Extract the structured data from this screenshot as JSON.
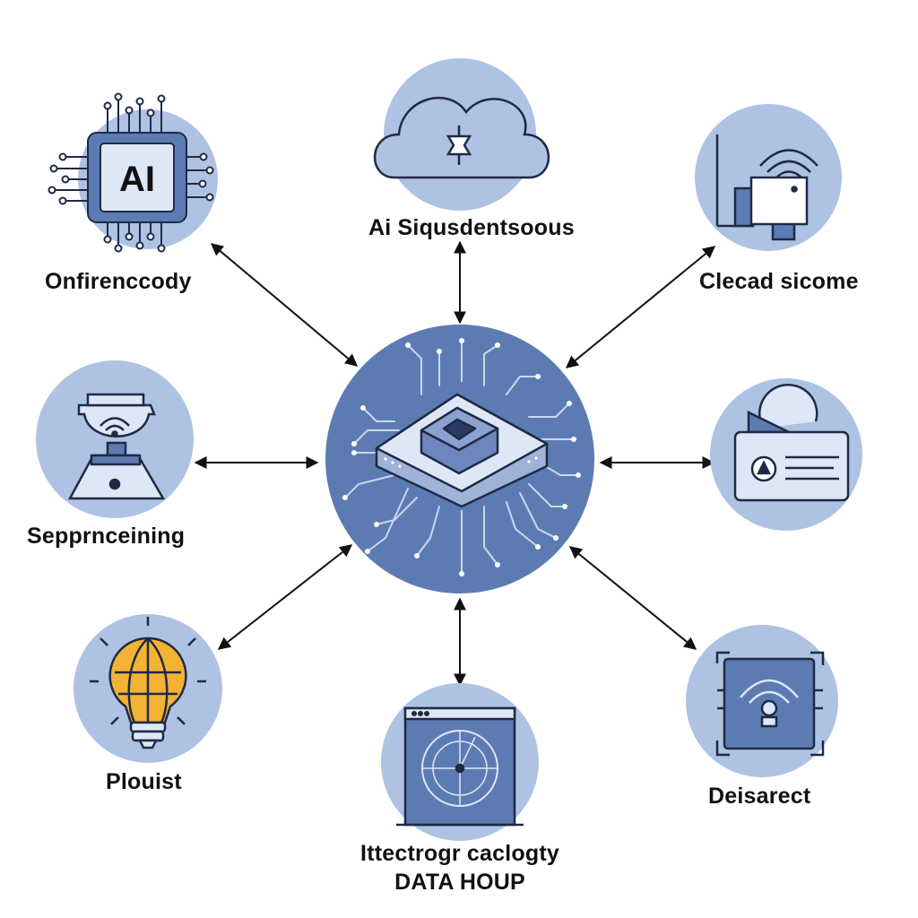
{
  "colors": {
    "circle_fill": "#aec2e3",
    "hub_fill": "#5d7bb3",
    "line": "#1f2a44",
    "arrow": "#111111",
    "chip_fill": "#dde7f6",
    "bulb_fill": "#f2b233",
    "text": "#111111"
  },
  "hub": {
    "icon": "ai-processor-chip-icon"
  },
  "nodes": [
    {
      "id": "top-left",
      "icon": "ai-chip-icon",
      "chip_text": "AI",
      "label": "Onfirenccody"
    },
    {
      "id": "top",
      "icon": "cloud-icon",
      "label": "Ai Siqusdentsoous"
    },
    {
      "id": "top-right",
      "icon": "wifi-device-icon",
      "label": "Clecad sicome"
    },
    {
      "id": "left",
      "icon": "wifi-beacon-icon",
      "label": "Sepprnceining"
    },
    {
      "id": "right",
      "icon": "id-card-icon",
      "label": ""
    },
    {
      "id": "bottom-left",
      "icon": "lightbulb-icon",
      "label": "Plouist"
    },
    {
      "id": "bottom",
      "icon": "data-window-icon",
      "label": "Ittectrogr caclogty",
      "label2": "DATA HOUP"
    },
    {
      "id": "bottom-right",
      "icon": "wifi-module-icon",
      "label": "Deisarect"
    }
  ]
}
